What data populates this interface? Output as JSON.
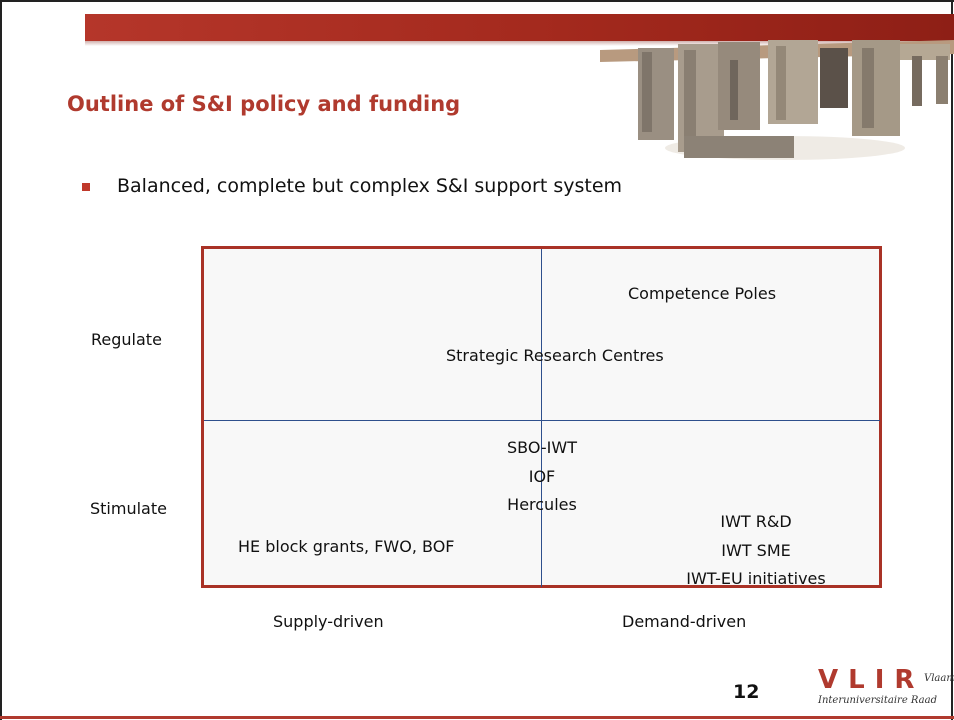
{
  "slide": {
    "title": "Outline of S&I policy and funding",
    "bullet": "Balanced, complete but complex S&I support system",
    "page_number": "12"
  },
  "matrix": {
    "row_labels": {
      "top": "Regulate",
      "bottom": "Stimulate"
    },
    "col_labels": {
      "left": "Supply-driven",
      "right": "Demand-driven"
    },
    "items": {
      "competence_poles": "Competence Poles",
      "strategic_research_centres": "Strategic Research Centres",
      "sbo_iwt": "SBO-IWT",
      "iof": "IOF",
      "hercules": "Hercules",
      "iwt_rd": "IWT R&D",
      "iwt_sme": "IWT SME",
      "iwt_eu": "IWT-EU initiatives",
      "he_block_grants": "HE block grants, FWO, BOF"
    }
  },
  "logo": {
    "main": "VLIR",
    "sub1": "Vlaamse",
    "sub2": "Interuniversitaire Raad"
  },
  "colors": {
    "accent": "#b03a2e",
    "divider": "#2e4f8c"
  }
}
